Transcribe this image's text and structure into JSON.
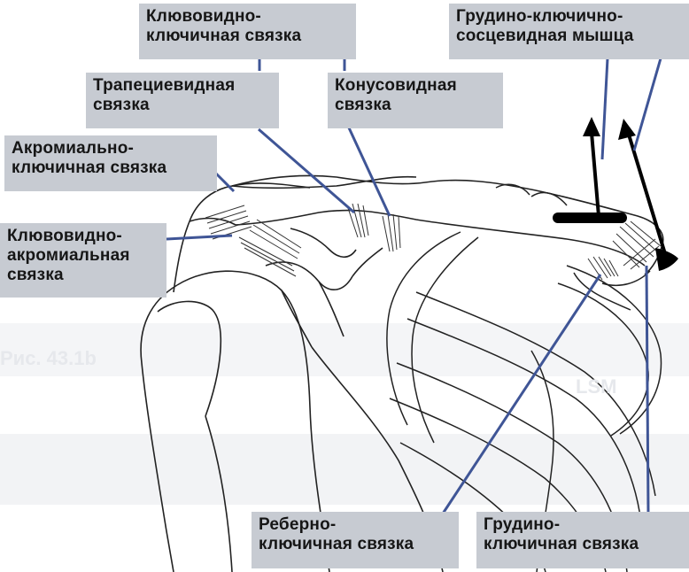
{
  "labels": {
    "coracoclavicular": [
      "Клювовидно-",
      "ключичная связка"
    ],
    "sternocleidomastoid": [
      "Грудино-ключично-",
      "сосцевидная мышца"
    ],
    "trapezoid": [
      "Трапециевидная",
      "связка"
    ],
    "conoid": [
      "Конусовидная",
      "связка"
    ],
    "acromioclavicular": [
      "Акромиально-",
      "ключичная связка"
    ],
    "coracoacromial": [
      "Клювовидно-",
      "акромиальная",
      "связка"
    ],
    "costoclavicular": [
      "Реберно-",
      "ключичная связка"
    ],
    "sternoclavicular": [
      "Грудино-",
      "ключичная связка"
    ]
  },
  "background_text": {
    "figure_ref": "Рис. 43.1b",
    "right_fragment": "LSM"
  },
  "colors": {
    "label_bg": "#c7cbd2",
    "leader": "#3f5596",
    "outline": "#222222",
    "arrow": "#000000"
  }
}
